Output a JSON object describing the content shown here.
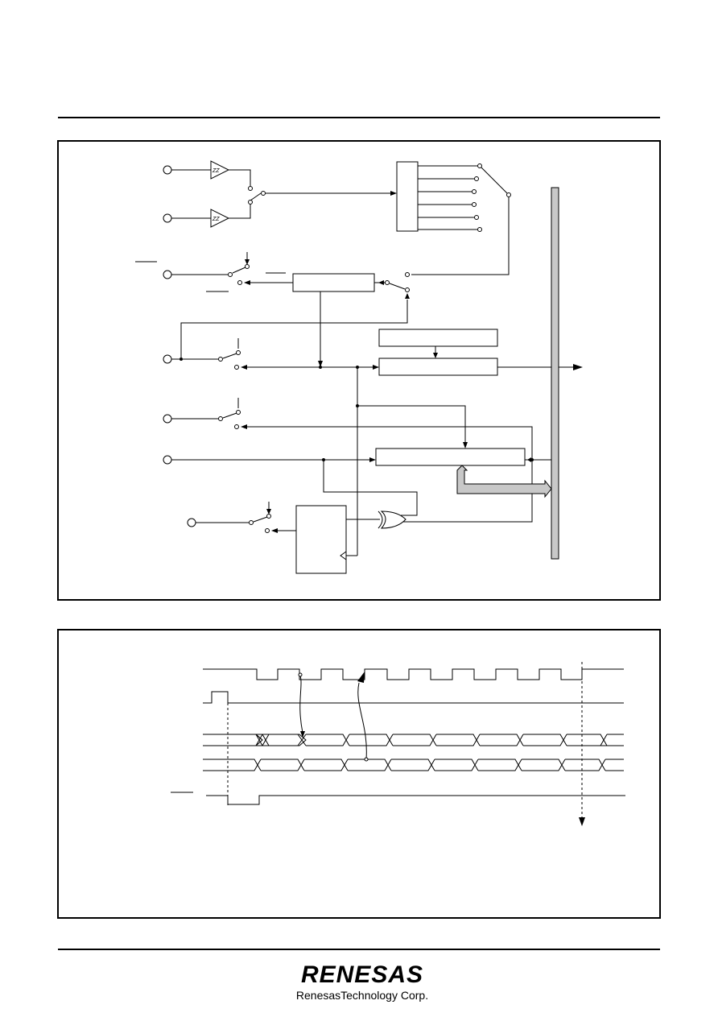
{
  "footer": {
    "logo_word": "RENESAS",
    "logo_subtitle": "RenesasTechnology Corp."
  },
  "colors": {
    "line": "#000000",
    "bus_fill": "#c8c8c8",
    "page": "#ffffff"
  },
  "block_diagram": {
    "buffer_symbol_text": "ZZ",
    "input_pins": 7,
    "selector_inputs": 6
  },
  "timing_diagram": {
    "clock_pulses": 9
  }
}
